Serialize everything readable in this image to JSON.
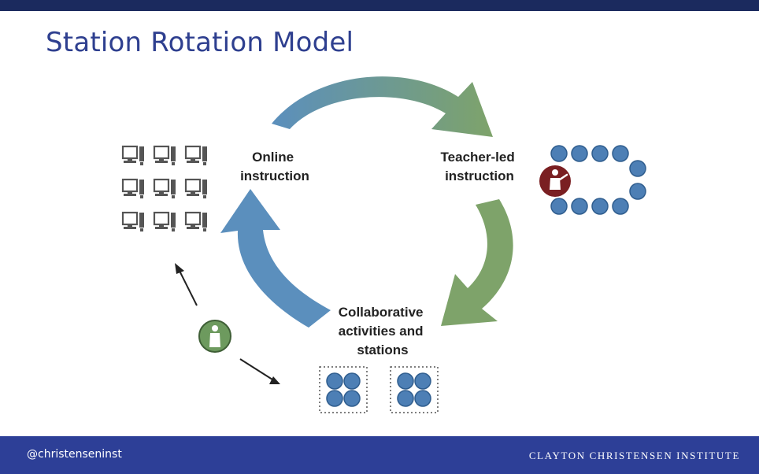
{
  "slide": {
    "title": "Station Rotation Model",
    "footer_handle": "@christenseninst",
    "footer_brand": "CLAYTON CHRISTENSEN INSTITUTE"
  },
  "labels": {
    "online_line1": "Online",
    "online_line2": "instruction",
    "teacher_line1": "Teacher-led",
    "teacher_line2": "instruction",
    "collab_line1": "Collaborative",
    "collab_line2": "activities and",
    "collab_line3": "stations"
  },
  "counts": {
    "computers": 9,
    "teacher_table_seats": 10,
    "station_groups": 2,
    "seats_per_station": 4
  },
  "colors": {
    "header_bar": "#1b2a5e",
    "footer_bar": "#2d3f97",
    "title": "#2e3f8f",
    "arrow_blue": "#5b8fbd",
    "arrow_green": "#7ea36a",
    "seat_fill": "#4d7fb5",
    "seat_stroke": "#2f5d8e",
    "teacher_badge": "#7a1f22",
    "student_badge": "#6d9a5e",
    "computer": "#555555"
  },
  "icons": [
    "computer-icon",
    "teacher-icon",
    "student-icon",
    "arrow-icon"
  ]
}
